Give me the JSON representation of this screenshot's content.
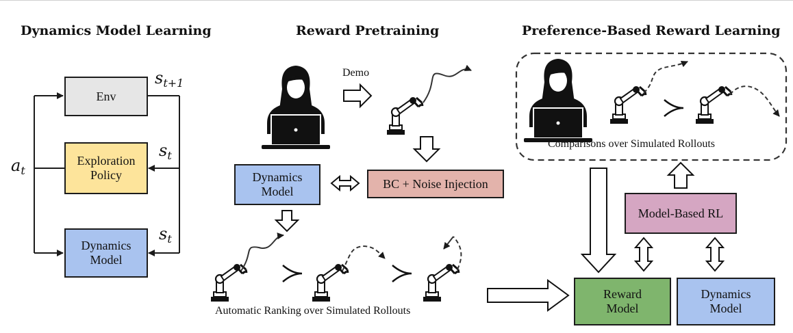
{
  "titles": {
    "dynamics": "Dynamics Model Learning",
    "pretraining": "Reward Pretraining",
    "preference": "Preference-Based Reward Learning"
  },
  "boxes": {
    "env": "Env",
    "exploration_line1": "Exploration",
    "exploration_line2": "Policy",
    "dyn_left_line1": "Dynamics",
    "dyn_left_line2": "Model",
    "dyn_mid_line1": "Dynamics",
    "dyn_mid_line2": "Model",
    "bc_noise": "BC + Noise Injection",
    "model_based_rl": "Model-Based RL",
    "reward_line1": "Reward",
    "reward_line2": "Model",
    "dyn_right_line1": "Dynamics",
    "dyn_right_line2": "Model"
  },
  "labels": {
    "demo": "Demo",
    "comparisons": "Comparisons over Simulated Rollouts",
    "ranking": "Automatic Ranking over Simulated Rollouts"
  },
  "math": {
    "s_next": "s",
    "s_next_sub": "t+1",
    "s_t1": "s",
    "s_t1_sub": "t",
    "s_t2": "s",
    "s_t2_sub": "t",
    "a_t": "a",
    "a_t_sub": "t"
  },
  "colors": {
    "env": "#e6e6e6",
    "exploration": "#fde49b",
    "dynamics": "#a9c3ef",
    "bc_noise": "#e3b3ab",
    "model_based_rl": "#d5a6c2",
    "reward": "#7fb56d"
  },
  "icons": {
    "person": "person-laptop-icon",
    "robot": "robot-arm-icon",
    "preference": "preference-symbol-icon"
  }
}
